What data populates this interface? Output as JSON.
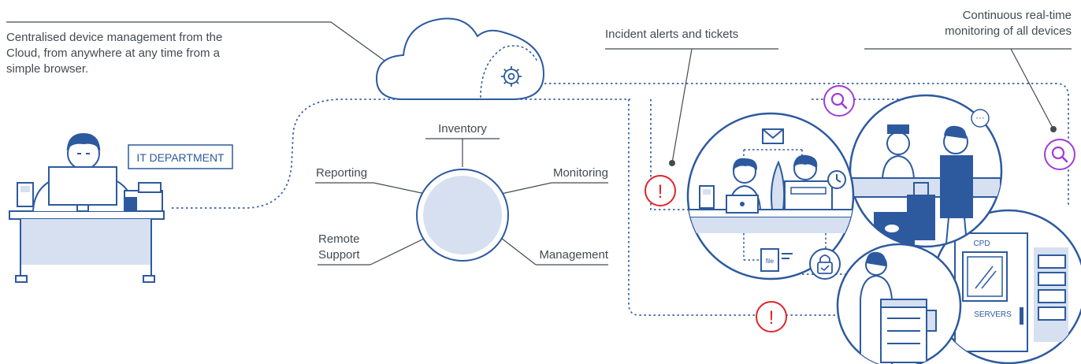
{
  "callouts": {
    "cloud_text": [
      "Centralised device management from the",
      "Cloud, from anywhere at any time from a",
      "simple browser."
    ],
    "incident_text": "Incident alerts and tickets",
    "monitoring_text": [
      "Continuous real-time",
      "monitoring of all devices"
    ]
  },
  "it_department": {
    "sign": "IT DEPARTMENT"
  },
  "hub": {
    "inventory": "Inventory",
    "reporting": "Reporting",
    "monitoring": "Monitoring",
    "remote_support": [
      "Remote",
      "Support"
    ],
    "management": "Management"
  },
  "scenes": {
    "file_label": "file",
    "cpd_label": "CPD",
    "servers_label": "SERVERS"
  },
  "alerts": {
    "symbol": "!"
  },
  "colors": {
    "primary_blue": "#2d5a9e",
    "line_blue": "#3a62a8",
    "alert_red": "#e0242b",
    "monitor_purple": "#a13bd6",
    "light_fill": "#d6e0f0",
    "text_gray": "#444a52"
  },
  "icons": [
    "cloud-icon",
    "gear-icon",
    "magnifier-icon",
    "alert-icon",
    "lock-icon",
    "clock-icon",
    "envelope-icon"
  ]
}
